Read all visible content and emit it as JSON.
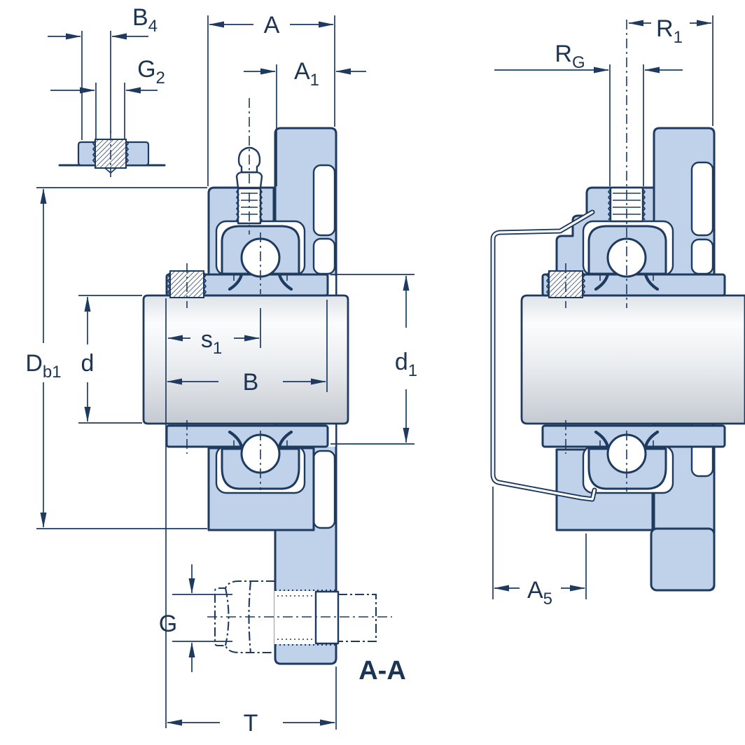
{
  "drawing": {
    "section_label": "A-A",
    "colors": {
      "line": "#1e3a5f",
      "housing_fill": "#bfd2ea",
      "label_text": "#1c3552",
      "shaft_light": "#fafbfc",
      "shaft_dark": "#c6ccd3",
      "background": "#ffffff"
    }
  },
  "dimensions": {
    "b4": {
      "main": "B",
      "sub": "4"
    },
    "g2": {
      "main": "G",
      "sub": "2"
    },
    "a": {
      "main": "A",
      "sub": ""
    },
    "a1": {
      "main": "A",
      "sub": "1"
    },
    "rg": {
      "main": "R",
      "sub": "G"
    },
    "r1": {
      "main": "R",
      "sub": "1"
    },
    "db1": {
      "main": "D",
      "sub": "b1"
    },
    "d": {
      "main": "d",
      "sub": ""
    },
    "s1": {
      "main": "s",
      "sub": "1"
    },
    "b": {
      "main": "B",
      "sub": ""
    },
    "d1": {
      "main": "d",
      "sub": "1"
    },
    "g": {
      "main": "G",
      "sub": ""
    },
    "a5": {
      "main": "A",
      "sub": "5"
    },
    "t": {
      "main": "T",
      "sub": ""
    }
  }
}
